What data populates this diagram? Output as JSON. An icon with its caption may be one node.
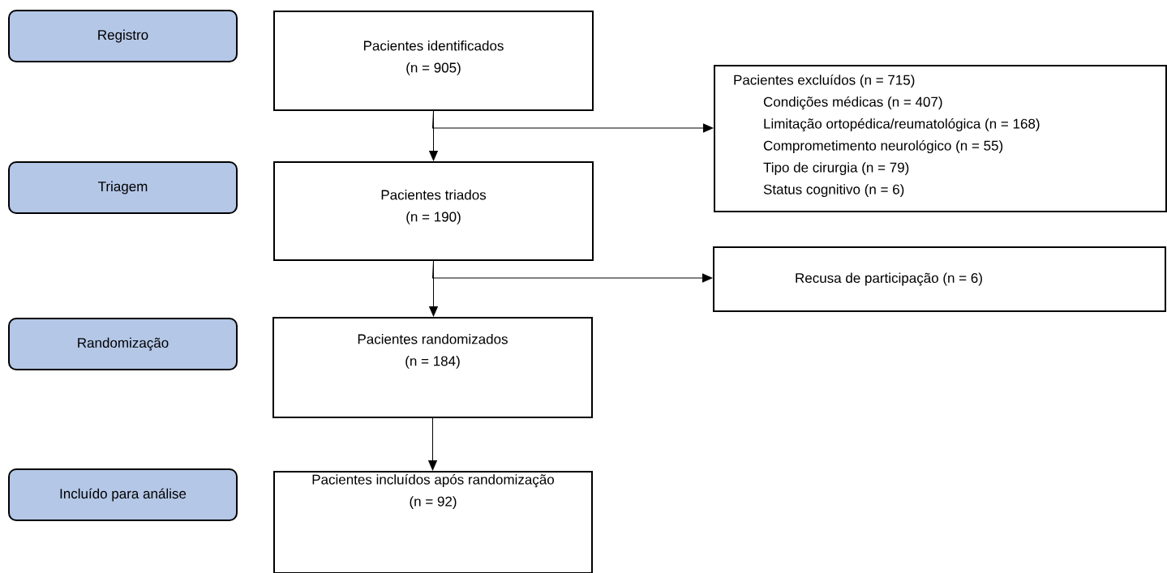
{
  "diagram": {
    "nodes": [
      {
        "text": [
          "Registro"
        ]
      },
      {
        "text": [
          "Pacientes identificados",
          "(n = 905)"
        ]
      },
      {
        "text": [
          "Pacientes excluídos (n = 715)",
          "Condições médicas (n = 407)",
          "Limitação ortopédica/reumatológica (n = 168)",
          "Comprometimento neurológico (n = 55)",
          "Tipo de cirurgia (n = 79)",
          "Status cognitivo (n = 6)"
        ]
      },
      {
        "text": [
          "Triagem"
        ]
      },
      {
        "text": [
          "Pacientes triados",
          "(n = 190)"
        ]
      },
      {
        "text": [
          "Recusa de participação (n = 6)"
        ]
      },
      {
        "text": [
          "Randomização"
        ]
      },
      {
        "text": [
          "Pacientes randomizados",
          "(n = 184)"
        ]
      },
      {
        "text": [
          "Incluído para análise"
        ]
      },
      {
        "text": [
          "Pacientes incluídos após randomização",
          "(n = 92)"
        ]
      }
    ],
    "edges": [
      {
        "from": 1,
        "to": 4,
        "arrow": "to"
      },
      {
        "from": 1,
        "to": 2,
        "arrow": "to"
      },
      {
        "from": 4,
        "to": 7,
        "arrow": "to"
      },
      {
        "from": 4,
        "to": 5,
        "arrow": "to"
      },
      {
        "from": 7,
        "to": 9,
        "arrow": "to"
      }
    ]
  }
}
